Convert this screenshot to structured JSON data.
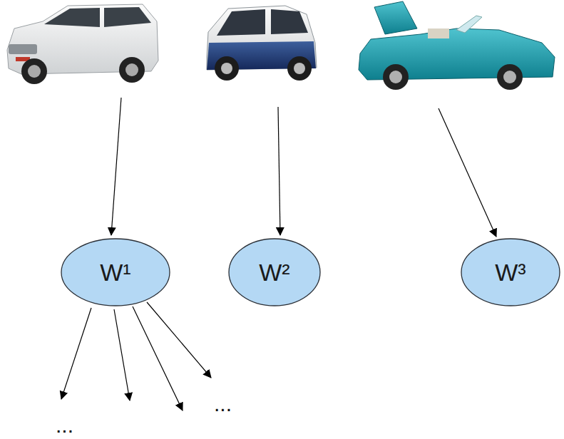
{
  "diagram": {
    "nodes": [
      {
        "text": [
          "W¹"
        ]
      },
      {
        "text": [
          "W²"
        ]
      },
      {
        "text": [
          "W³"
        ]
      }
    ],
    "labels": [
      "...",
      "..."
    ]
  }
}
